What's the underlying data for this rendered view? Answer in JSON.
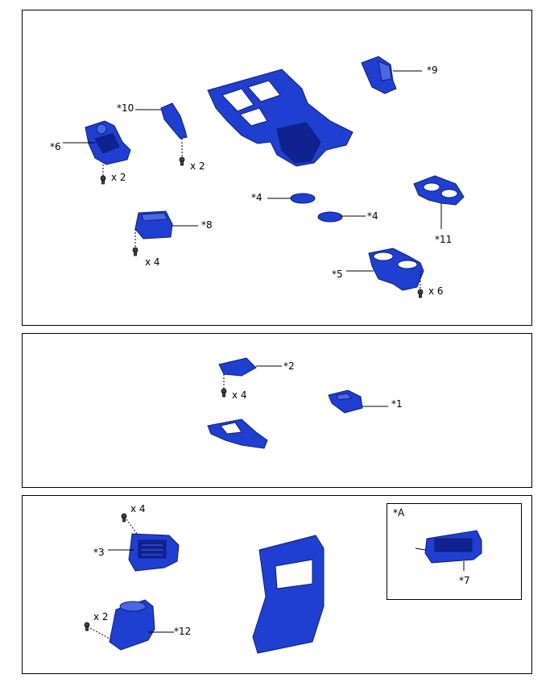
{
  "labels": {
    "p1_9": "*9",
    "p1_10": "*10",
    "p1_6": "*6",
    "p1_qty6": "x 2",
    "p1_qty10": "x 2",
    "p1_4a": "*4",
    "p1_4b": "*4",
    "p1_8": "*8",
    "p1_qty8": "x 4",
    "p1_11": "*11",
    "p1_5": "*5",
    "p1_qty5": "x 6",
    "p2_2": "*2",
    "p2_qty2": "x 4",
    "p2_1": "*1",
    "p3_qty3": "x 4",
    "p3_3": "*3",
    "p3_qty12": "x 2",
    "p3_12": "*12",
    "p3_A": "*A",
    "p3_7": "*7"
  },
  "colors": {
    "part": "#1f3fd1",
    "outline": "#0a1f7a"
  }
}
